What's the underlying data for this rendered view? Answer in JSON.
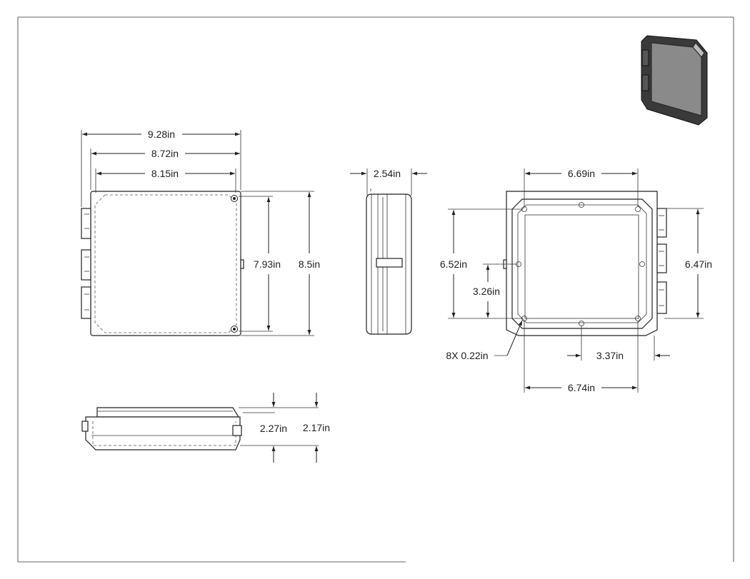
{
  "dimensions": {
    "front_overall_width": "9.28in",
    "front_body_width": "8.72in",
    "front_lid_width": "8.15in",
    "front_lid_height": "7.93in",
    "front_overall_height": "8.5in",
    "side_depth": "2.54in",
    "back_mount_width_top": "6.69in",
    "back_mount_height": "6.52in",
    "back_half_height": "3.26in",
    "back_inner_height": "6.47in",
    "back_half_width": "3.37in",
    "back_mount_width_bottom": "6.74in",
    "mount_holes": "8X 0.22in",
    "bottom_height_a": "2.27in",
    "bottom_height_b": "2.17in"
  },
  "colors": {
    "line": "#222222",
    "background": "#ffffff",
    "photo": "#8a8a8a"
  }
}
